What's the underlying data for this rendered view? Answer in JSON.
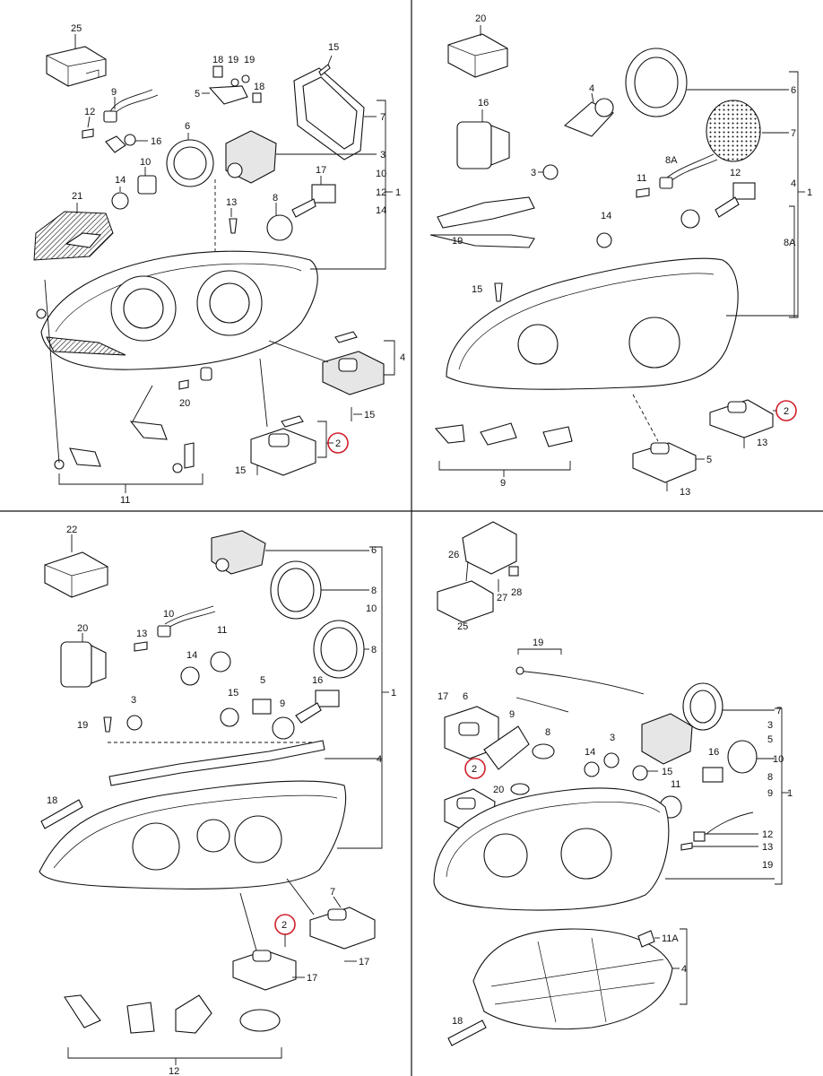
{
  "q1": {
    "labels": {
      "n25": "25",
      "n9": "9",
      "n12": "12",
      "n16": "16",
      "n18a": "18",
      "n19a": "19",
      "n19b": "19",
      "n5": "5",
      "n18b": "18",
      "n6": "6",
      "n10": "10",
      "n14": "14",
      "n21": "21",
      "n13": "13",
      "n8": "8",
      "n17": "17",
      "n15a": "15",
      "r7": "7",
      "r3": "3",
      "r10": "10",
      "r12": "12",
      "r14": "14",
      "r1": "1",
      "n4": "4",
      "n15b": "15",
      "n20": "20",
      "n2": "2",
      "n15c": "15",
      "n11": "11"
    }
  },
  "q2": {
    "labels": {
      "n20": "20",
      "n4": "4",
      "n16": "16",
      "n3": "3",
      "n8A": "8A",
      "n11": "11",
      "n12": "12",
      "n14": "14",
      "n19": "19",
      "n15": "15",
      "r6": "6",
      "r7": "7",
      "r4": "4",
      "r1": "1",
      "r8A": "8A",
      "n2": "2",
      "n13a": "13",
      "n5": "5",
      "n13b": "13",
      "n9": "9"
    }
  },
  "q3": {
    "labels": {
      "n22": "22",
      "n20": "20",
      "n10": "10",
      "n13": "13",
      "n11": "11",
      "n14": "14",
      "n5": "5",
      "n15": "15",
      "n16": "16",
      "n9": "9",
      "n3": "3",
      "n19": "19",
      "n18": "18",
      "r6": "6",
      "r8a": "8",
      "r10": "10",
      "r8b": "8",
      "r1": "1",
      "r4": "4",
      "n7": "7",
      "n2": "2",
      "n17a": "17",
      "n17b": "17",
      "n12": "12"
    }
  },
  "q4": {
    "labels": {
      "n26": "26",
      "n27": "27",
      "n28": "28",
      "n25": "25",
      "n19": "19",
      "n17": "17",
      "n6": "6",
      "n9": "9",
      "n8": "8",
      "n14": "14",
      "n3": "3",
      "n15": "15",
      "n16": "16",
      "n11": "11",
      "n2": "2",
      "n20": "20",
      "r7": "7",
      "r3": "3",
      "r5": "5",
      "r10": "10",
      "r8": "8",
      "r9": "9",
      "r1": "1",
      "r12": "12",
      "r13": "13",
      "r19": "19",
      "n11A": "11A",
      "n4": "4",
      "n18": "18"
    }
  },
  "highlight_color": "#d0202a"
}
